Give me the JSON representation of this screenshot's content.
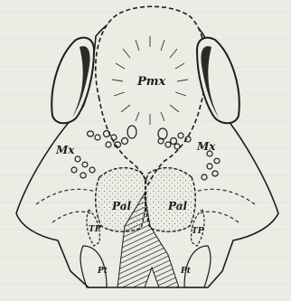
{
  "figure": {
    "labels": {
      "premaxilla": "Pmx",
      "maxilla_left": "Mx",
      "maxilla_right": "Mx",
      "palatine_left": "Pal",
      "palatine_right": "Pal",
      "transpalatine_left": "TP",
      "transpalatine_right": "TP",
      "pterygoid_left": "Pt",
      "pterygoid_right": "Pt"
    },
    "colors": {
      "paper": "#ecebe4",
      "ink": "#1d1d1a"
    }
  }
}
